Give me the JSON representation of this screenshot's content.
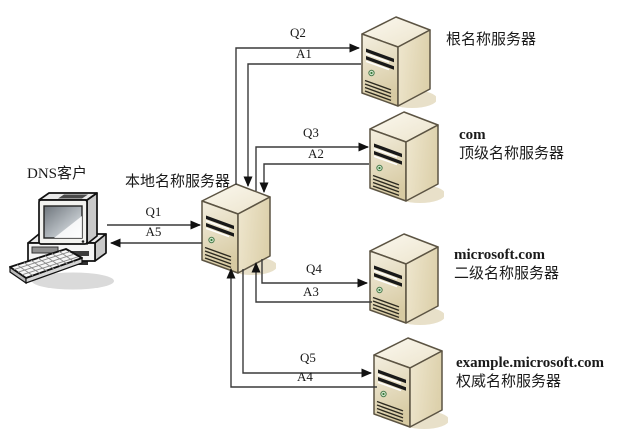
{
  "diagram": {
    "client": {
      "label": "DNS客户"
    },
    "local_server": {
      "label": "本地名称服务器"
    },
    "remote_servers": [
      {
        "desc": "根名称服务器"
      },
      {
        "name": "com",
        "desc": "顶级名称服务器"
      },
      {
        "name": "microsoft.com",
        "desc": "二级名称服务器"
      },
      {
        "name": "example.microsoft.com",
        "desc": "权威名称服务器"
      }
    ],
    "messages": {
      "q1": "Q1",
      "a5": "A5",
      "q2": "Q2",
      "a1": "A1",
      "q3": "Q3",
      "a2": "A2",
      "q4": "Q4",
      "a3": "A3",
      "q5": "Q5",
      "a4": "A4"
    },
    "colors": {
      "background": "#ffffff",
      "line": "#3a3a3a",
      "arrowhead": "#111111",
      "server_top": "#f7f3e6",
      "server_front": "#e9e1c8",
      "server_side": "#e2d7b6",
      "server_outline": "#5c5443",
      "server_led": "#357a38",
      "server_shadow": "#e8e0c9",
      "client_body": "#f2f2f0",
      "client_screen_dark": "#6e757c",
      "client_shadow": "#dadada"
    }
  }
}
